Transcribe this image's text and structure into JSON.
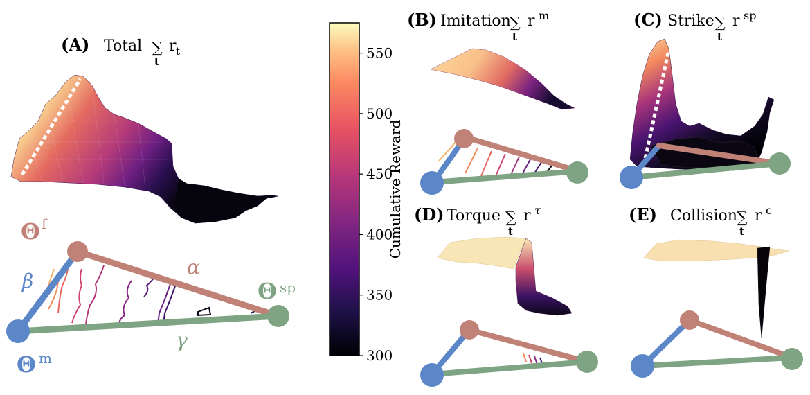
{
  "colorbar": {
    "label": "Cumulative Reward",
    "ticks": [
      "300",
      "350",
      "400",
      "450",
      "500",
      "550"
    ],
    "range": [
      300,
      575
    ],
    "colormap": "magma"
  },
  "colors": {
    "vertex_m": "#5b87c9",
    "vertex_f": "#c08277",
    "vertex_sp": "#7fa483",
    "edge_beta": "#5b87c9",
    "edge_alpha": "#c08277",
    "edge_gamma": "#7fa483"
  },
  "panels": {
    "A": {
      "letter": "(A)",
      "title": "Total",
      "sum": "∑",
      "sub": "t",
      "var": "r",
      "var_sub": "t"
    },
    "B": {
      "letter": "(B)",
      "title": "Imitation",
      "sum": "∑",
      "sub": "t",
      "var": "r",
      "sup": "m"
    },
    "C": {
      "letter": "(C)",
      "title": "Strike",
      "sum": "∑",
      "sub": "t",
      "var": "r",
      "sup": "sp"
    },
    "D": {
      "letter": "(D)",
      "title": "Torque",
      "sum": "∑",
      "sub": "t",
      "var": "r",
      "sup": "τ"
    },
    "E": {
      "letter": "(E)",
      "title": "Collision",
      "sum": "∑",
      "sub": "t",
      "var": "r",
      "sup": "c"
    }
  },
  "triangle_labels": {
    "theta_f": "Θ",
    "theta_f_sup": "f",
    "theta_sp": "Θ",
    "theta_sp_sup": "sp",
    "theta_m": "Θ",
    "theta_m_sup": "m",
    "alpha": "α",
    "beta": "β",
    "gamma": "γ"
  }
}
